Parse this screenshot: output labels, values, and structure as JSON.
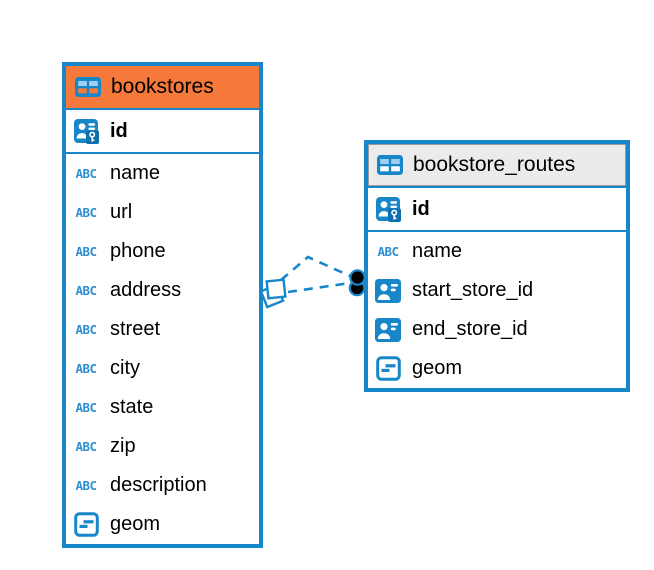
{
  "colors": {
    "accent": "#1787C9",
    "orange_header": "#F5793B",
    "gray_header": "#EBEBEB",
    "text": "#000000",
    "endpoint_dot": "#000000"
  },
  "icons": {
    "text_type_glyph": "ABC"
  },
  "tables": [
    {
      "name": "bookstores",
      "header_style": "orange",
      "columns": [
        {
          "label": "id",
          "type": "primary-key"
        },
        {
          "label": "name",
          "type": "text"
        },
        {
          "label": "url",
          "type": "text"
        },
        {
          "label": "phone",
          "type": "text"
        },
        {
          "label": "address",
          "type": "text"
        },
        {
          "label": "street",
          "type": "text"
        },
        {
          "label": "city",
          "type": "text"
        },
        {
          "label": "state",
          "type": "text"
        },
        {
          "label": "zip",
          "type": "text"
        },
        {
          "label": "description",
          "type": "text"
        },
        {
          "label": "geom",
          "type": "geometry"
        }
      ]
    },
    {
      "name": "bookstore_routes",
      "header_style": "gray",
      "columns": [
        {
          "label": "id",
          "type": "primary-key"
        },
        {
          "label": "name",
          "type": "text"
        },
        {
          "label": "start_store_id",
          "type": "reference"
        },
        {
          "label": "end_store_id",
          "type": "reference"
        },
        {
          "label": "geom",
          "type": "geometry"
        }
      ]
    }
  ],
  "relationships": [
    {
      "from": "bookstores",
      "to": "bookstore_routes",
      "style": "dashed"
    },
    {
      "from": "bookstores",
      "to": "bookstore_routes",
      "style": "dashed"
    }
  ]
}
